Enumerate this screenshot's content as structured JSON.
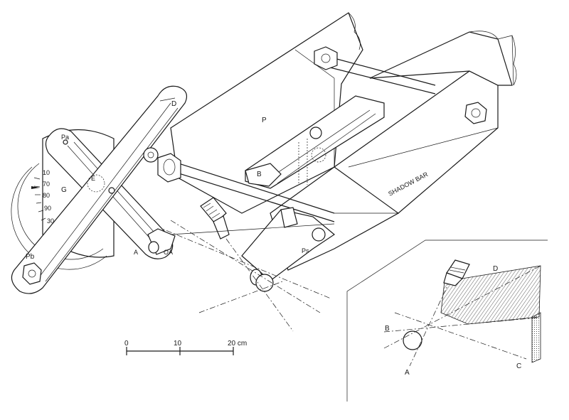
{
  "labels": {
    "D": "D",
    "Pa": "Pa",
    "P": "P",
    "E": "E",
    "G": "G",
    "B": "B",
    "Pb": "Pb",
    "A": "A",
    "Oa": "OA",
    "Ps": "Ps",
    "shadow_bar": "SHADOW BAR"
  },
  "dial": {
    "ticks": [
      "10",
      "70",
      "80",
      "90",
      "30"
    ]
  },
  "scale_bar": {
    "ticks": [
      "0",
      "10",
      "20 cm"
    ]
  },
  "inset": {
    "D": "D",
    "B": "B",
    "A": "A",
    "C": "C"
  }
}
